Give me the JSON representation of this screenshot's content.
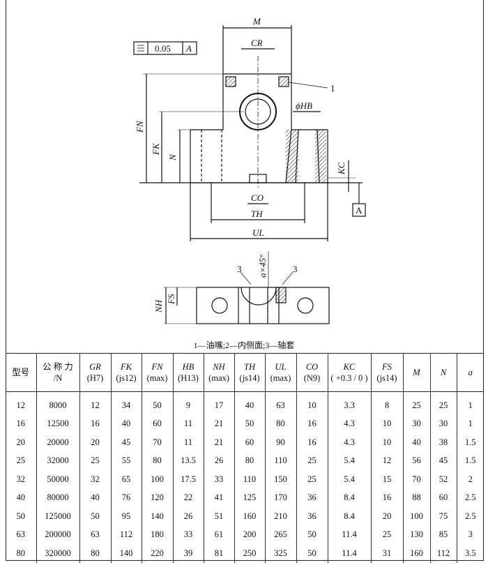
{
  "drawing": {
    "labels": {
      "M": "M",
      "CR": "CR",
      "tolerance": "0.05",
      "datum_ref": "A",
      "callout_1": "1",
      "FN": "FN",
      "FK": "FK",
      "N": "N",
      "HB": "ϕHB",
      "KC": "KC",
      "CO": "CO",
      "TH": "TH",
      "UL": "UL",
      "datum": "A",
      "callout_3a": "3",
      "chamfer": "a×45°",
      "callout_3b": "3",
      "FS": "FS",
      "NH": "NH"
    }
  },
  "caption": "1—油嘴;2—内侧面;3—轴套",
  "table": {
    "headers": [
      {
        "main": "型号",
        "sub": ""
      },
      {
        "main": "公 称 力",
        "sub": "/N"
      },
      {
        "main": "GR",
        "sub": "(H7)"
      },
      {
        "main": "FK",
        "sub": "(js12)"
      },
      {
        "main": "FN",
        "sub": "(max)"
      },
      {
        "main": "HB",
        "sub": "(H13)"
      },
      {
        "main": "NH",
        "sub": "(max)"
      },
      {
        "main": "TH",
        "sub": "(js14)"
      },
      {
        "main": "UL",
        "sub": "(max)"
      },
      {
        "main": "CO",
        "sub": "(N9)"
      },
      {
        "main": "KC",
        "sub": "( +0.3 / 0 )"
      },
      {
        "main": "FS",
        "sub": "(js14)"
      },
      {
        "main": "M",
        "sub": ""
      },
      {
        "main": "N",
        "sub": ""
      },
      {
        "main": "a",
        "sub": ""
      }
    ],
    "rows": [
      [
        "12",
        "8000",
        "12",
        "34",
        "50",
        "9",
        "17",
        "40",
        "63",
        "10",
        "3.3",
        "8",
        "25",
        "25",
        "1"
      ],
      [
        "16",
        "12500",
        "16",
        "40",
        "60",
        "11",
        "21",
        "50",
        "80",
        "16",
        "4.3",
        "10",
        "30",
        "30",
        "1"
      ],
      [
        "20",
        "20000",
        "20",
        "45",
        "70",
        "11",
        "21",
        "60",
        "90",
        "16",
        "4.3",
        "10",
        "40",
        "38",
        "1.5"
      ],
      [
        "25",
        "32000",
        "25",
        "55",
        "80",
        "13.5",
        "26",
        "80",
        "110",
        "25",
        "5.4",
        "12",
        "56",
        "45",
        "1.5"
      ],
      [
        "32",
        "50000",
        "32",
        "65",
        "100",
        "17.5",
        "33",
        "110",
        "150",
        "25",
        "5.4",
        "15",
        "70",
        "52",
        "2"
      ],
      [
        "40",
        "80000",
        "40",
        "76",
        "120",
        "22",
        "41",
        "125",
        "170",
        "36",
        "8.4",
        "16",
        "88",
        "60",
        "2.5"
      ],
      [
        "50",
        "125000",
        "50",
        "95",
        "140",
        "26",
        "51",
        "160",
        "210",
        "36",
        "8.4",
        "20",
        "100",
        "75",
        "2.5"
      ],
      [
        "63",
        "200000",
        "63",
        "112",
        "180",
        "33",
        "61",
        "200",
        "265",
        "50",
        "11.4",
        "25",
        "130",
        "85",
        "3"
      ],
      [
        "80",
        "320000",
        "80",
        "140",
        "220",
        "39",
        "81",
        "250",
        "325",
        "50",
        "11.4",
        "31",
        "160",
        "112",
        "3.5"
      ]
    ]
  }
}
